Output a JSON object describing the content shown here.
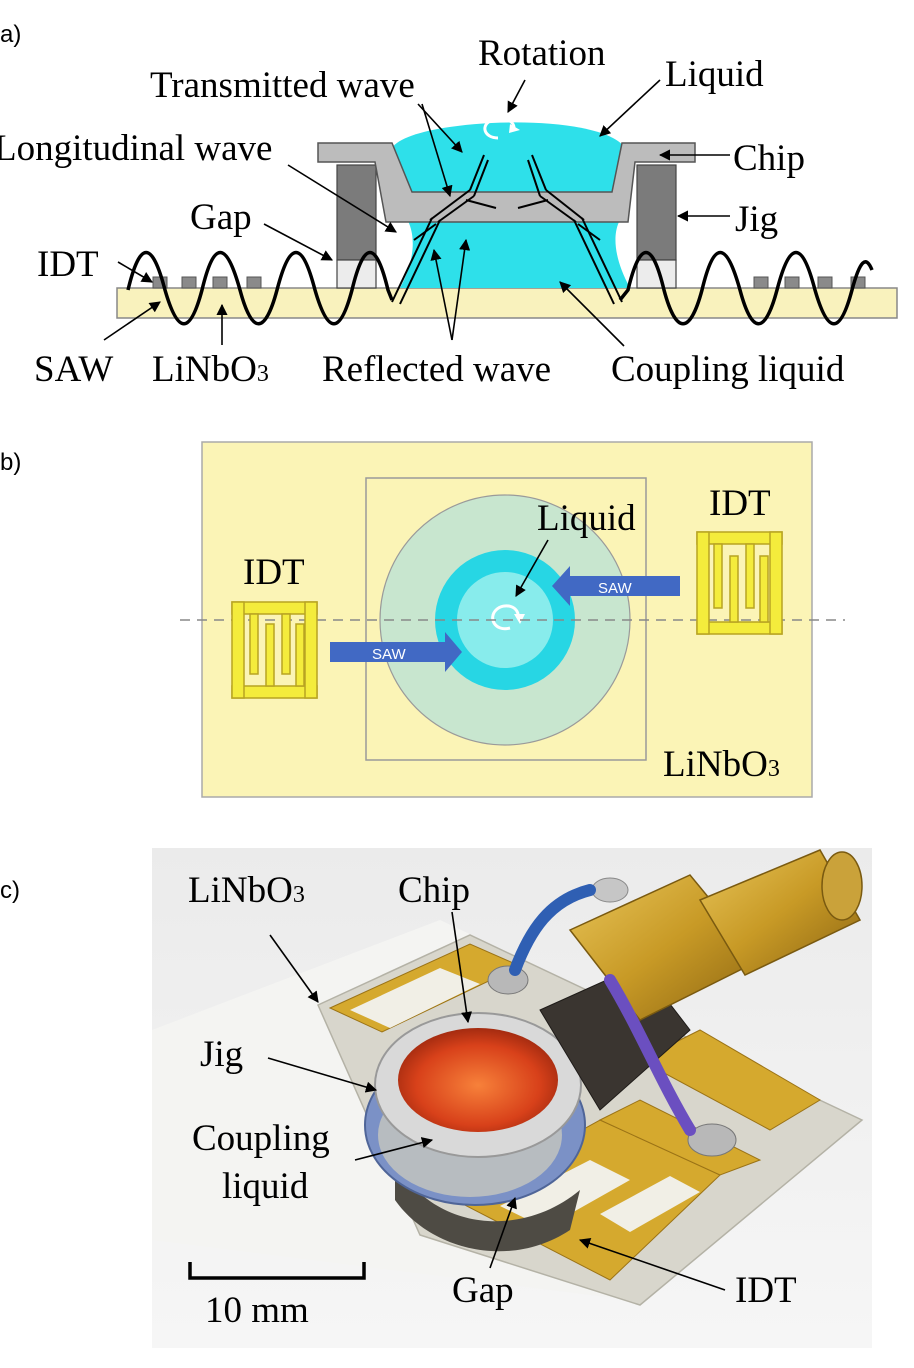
{
  "panel_a": {
    "panel_label": "(a)",
    "labels": {
      "rotation": "Rotation",
      "liquid": "Liquid",
      "transmitted_wave": "Transmitted wave",
      "longitudinal_wave": "Longitudinal wave",
      "chip": "Chip",
      "gap": "Gap",
      "jig": "Jig",
      "idt": "IDT",
      "saw": "SAW",
      "substrate_main": "LiNbO",
      "substrate_sub": "3",
      "reflected_wave": "Reflected wave",
      "coupling_liquid": "Coupling liquid"
    }
  },
  "panel_b": {
    "panel_label": "(b)",
    "labels": {
      "idt_left": "IDT",
      "idt_right": "IDT",
      "liquid": "Liquid",
      "saw_left": "SAW",
      "saw_right": "SAW",
      "substrate_main": "LiNbO",
      "substrate_sub": "3"
    }
  },
  "panel_c": {
    "panel_label": "(c)",
    "labels": {
      "substrate_main": "LiNbO",
      "substrate_sub": "3",
      "chip": "Chip",
      "jig": "Jig",
      "coupling_liquid_1": "Coupling",
      "coupling_liquid_2": "liquid",
      "scale": "10 mm",
      "gap": "Gap",
      "idt": "IDT"
    }
  },
  "colors": {
    "substrate": "#f9f2bd",
    "liquid_cyan": "#2ee0ea",
    "chip_gray": "#bcbcbc",
    "jig_gray": "#7b7b7b",
    "saw_arrow": "#4169c4",
    "electrode_yellow": "#f4ec3c",
    "panel_b_bg": "#fbf4b6"
  }
}
